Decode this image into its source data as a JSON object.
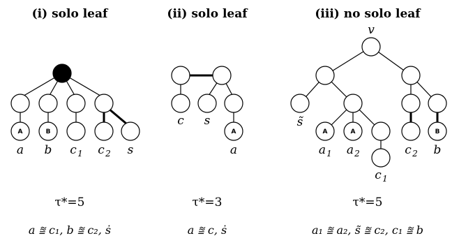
{
  "panels": [
    {
      "title": "(i) solo leaf",
      "tau": "τ*=5",
      "pairs": "a ⩰ c₁, b ⩰ c₂, ṡ",
      "labels": {
        "a": "a",
        "b": "b",
        "c1": "c",
        "c1_sub": "1",
        "c2": "c",
        "c2_sub": "2",
        "s": "s"
      },
      "chips": {
        "A": "A",
        "B": "B"
      }
    },
    {
      "title": "(ii) solo leaf",
      "tau": "τ*=3",
      "pairs": "a ⩰ c, ṡ",
      "labels": {
        "c": "c",
        "s": "s",
        "a": "a"
      },
      "chips": {
        "A": "A"
      }
    },
    {
      "title": "(iii) no solo leaf",
      "tau": "τ*=5",
      "pairs": "a₁ ⩰ a₂, s̃ ⩰ c₂, c₁ ⩰ b",
      "labels": {
        "v": "v",
        "stilde": "s̃",
        "a1": "a",
        "a1_sub": "1",
        "a2": "a",
        "a2_sub": "2",
        "c1": "c",
        "c1_sub": "1",
        "c2": "c",
        "c2_sub": "2",
        "b": "b"
      },
      "chips": {
        "A1": "A",
        "A2": "A",
        "B": "B"
      }
    }
  ]
}
